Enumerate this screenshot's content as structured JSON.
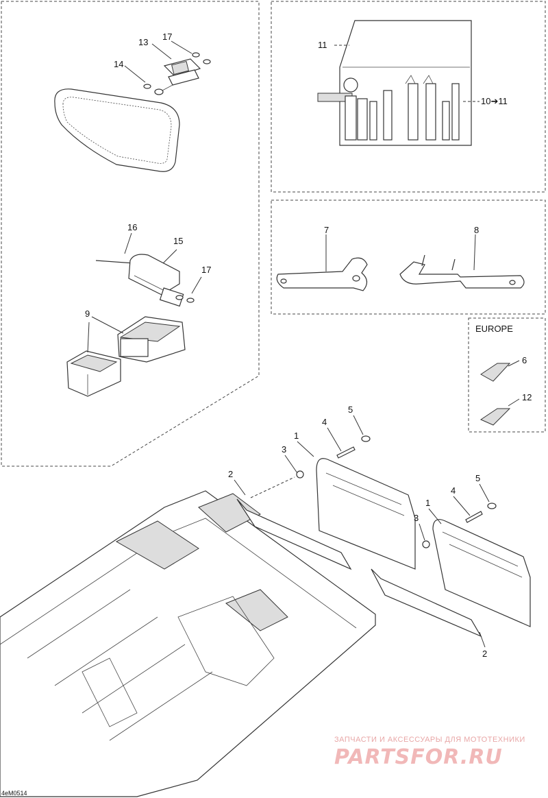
{
  "labels": {
    "l1a": "1",
    "l1b": "1",
    "l2a": "2",
    "l2b": "2",
    "l3a": "3",
    "l3b": "3",
    "l4a": "4",
    "l4b": "4",
    "l5a": "5",
    "l5b": "5",
    "l6": "6",
    "l7": "7",
    "l8": "8",
    "l9": "9",
    "l10": "10➔11",
    "l11": "11",
    "l12": "12",
    "l13": "13",
    "l14": "14",
    "l15": "15",
    "l16": "16",
    "l17a": "17",
    "l17b": "17"
  },
  "region": {
    "europe": "EUROPE"
  },
  "figure_code": "4eM0514",
  "watermark": {
    "tagline": "ЗАПЧАСТИ И АКСЕССУАРЫ ДЛЯ МОТОТЕХНИКИ",
    "brand": "PARTSFOR.RU"
  }
}
